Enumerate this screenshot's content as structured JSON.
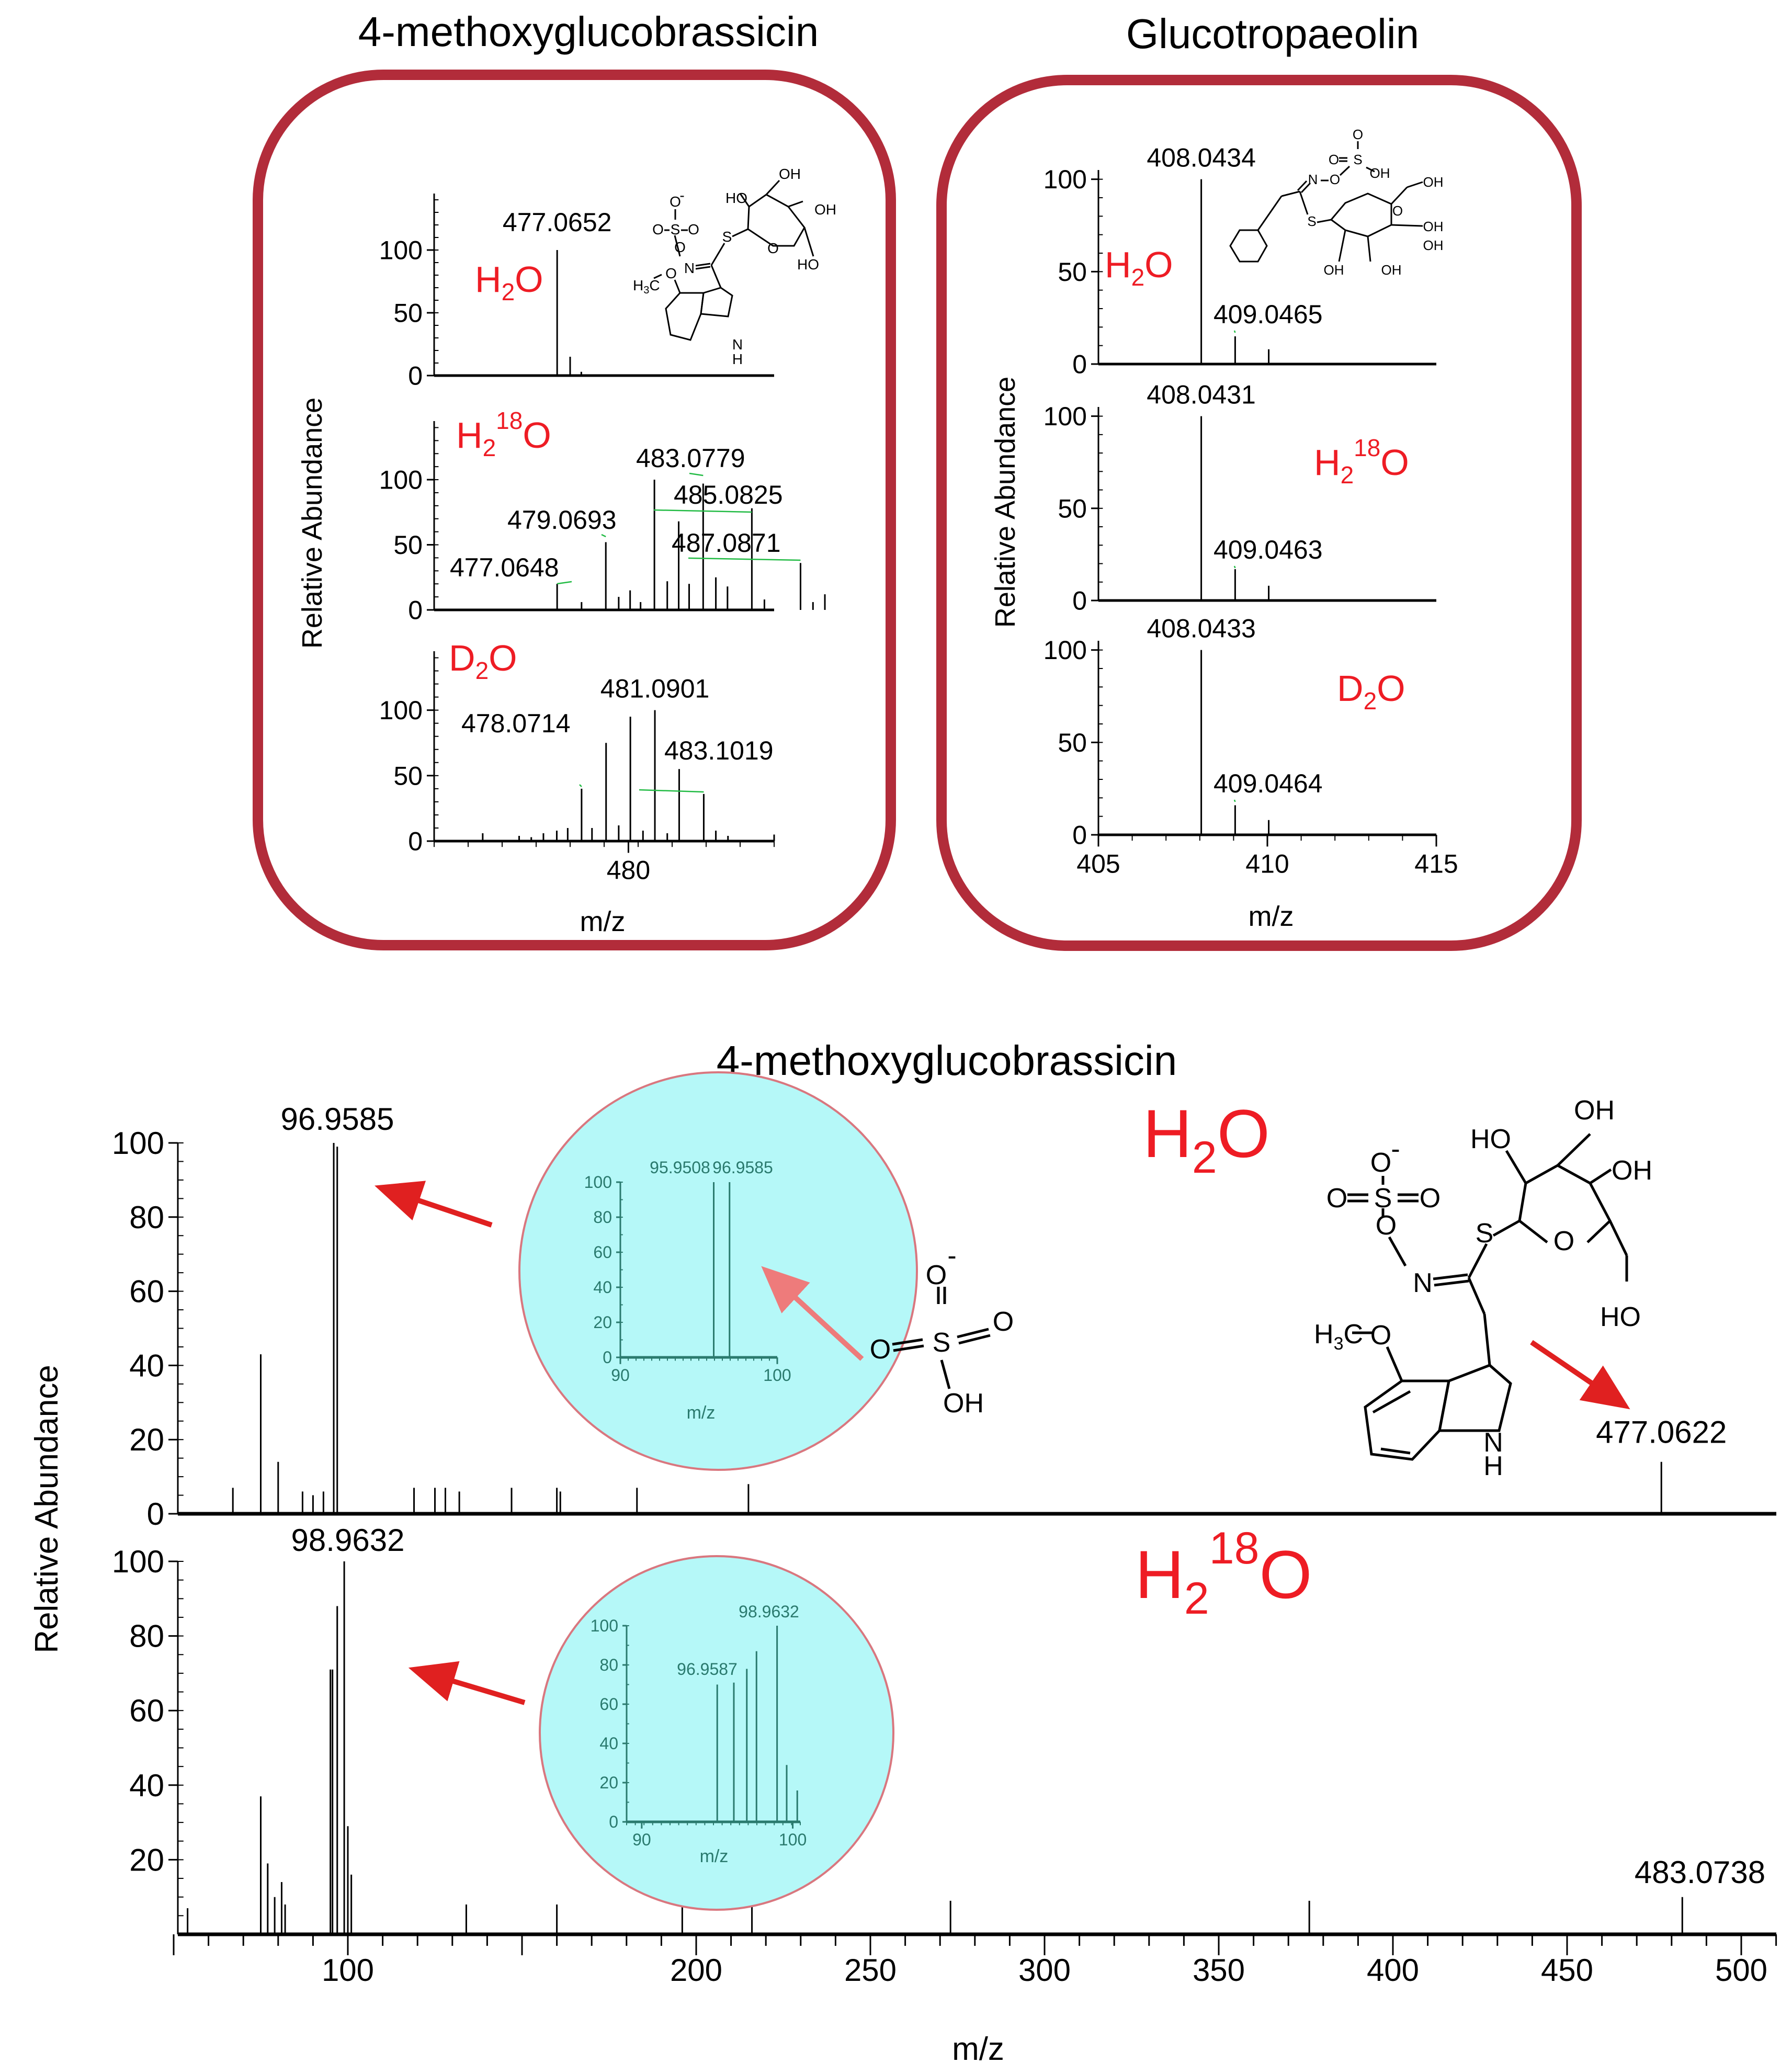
{
  "figure": {
    "left_title": "4-methoxyglucobrassicin",
    "right_title": "Glucotropaeolin",
    "bottom_title": "4-methoxyglucobrassicin"
  },
  "colors": {
    "frame": "#b22c3a",
    "red": "#ee1c24",
    "arrow": "#e02020",
    "inset_fill": "#b5f8f8",
    "inset_text": "#2a7a6e",
    "leader": "#22bb44",
    "stroke": "#000000"
  },
  "solvents": {
    "h2o": {
      "main": "H",
      "sub": "2",
      "sup": "",
      "tail": "O"
    },
    "h218o": {
      "main": "H",
      "sub": "2",
      "sup": "18",
      "tail": "O"
    },
    "d2o": {
      "main": "D",
      "sub": "2",
      "sup": "",
      "tail": "O"
    }
  },
  "structures": {
    "indole": {
      "o_minus": "O",
      "minus": "-",
      "o_left": "O",
      "s_sulf": "S",
      "o_right": "O",
      "o_link": "O",
      "n": "N",
      "s_thio": "S",
      "o_ring": "O",
      "ho": "HO",
      "oh_top": "OH",
      "oh_right": "OH",
      "ho_bottom": "HO",
      "h3c": "H",
      "h3c_sub": "3",
      "h3c_c": "C",
      "methoxy_o": "O",
      "nh_n": "N",
      "nh_h": "H"
    },
    "sulfate": {
      "o_top": "O",
      "minus": "-",
      "o_left": "O",
      "s": "S",
      "o_right": "O",
      "oh": "OH"
    },
    "benzyl": {
      "o_sulf_top": "O",
      "o_sulf_left": "O",
      "s_sulf": "S",
      "oh_sulf": "OH",
      "n": "N",
      "o_link": "O",
      "s_thio": "S",
      "o_ring": "O",
      "oh_a": "OH",
      "oh_b": "OH",
      "oh_c": "OH",
      "oh_d": "OH",
      "oh_e": "OH"
    }
  },
  "chart_data": [
    {
      "type": "bar",
      "panel": "4-methoxyglucobrassicin / H2O",
      "title": "4-methoxyglucobrassicin",
      "xlabel": "m/z",
      "ylabel": "Relative Abundance",
      "xlim": [
        472,
        486
      ],
      "ylim": [
        0,
        145
      ],
      "yticks": [
        0,
        50,
        100
      ],
      "peaks": [
        {
          "x": 472.5,
          "y": 1
        },
        {
          "x": 477.0652,
          "y": 100,
          "label": "477.0652"
        },
        {
          "x": 477.6,
          "y": 15
        },
        {
          "x": 478.06,
          "y": 3
        }
      ]
    },
    {
      "type": "bar",
      "panel": "4-methoxyglucobrassicin / H2(18)O",
      "ylabel": "Relative Abundance",
      "xlim": [
        472,
        486
      ],
      "ylim": [
        0,
        145
      ],
      "yticks": [
        0,
        50,
        100
      ],
      "peaks": [
        {
          "x": 476.0,
          "y": 1
        },
        {
          "x": 477.0648,
          "y": 20,
          "label": "477.0648"
        },
        {
          "x": 478.07,
          "y": 6
        },
        {
          "x": 479.0693,
          "y": 52,
          "label": "479.0693"
        },
        {
          "x": 479.6,
          "y": 10
        },
        {
          "x": 480.07,
          "y": 15
        },
        {
          "x": 480.5,
          "y": 6
        },
        {
          "x": 481.07,
          "y": 100
        },
        {
          "x": 481.6,
          "y": 22
        },
        {
          "x": 482.07,
          "y": 68
        },
        {
          "x": 482.5,
          "y": 20
        },
        {
          "x": 483.0779,
          "y": 97,
          "label": "483.0779"
        },
        {
          "x": 483.6,
          "y": 25
        },
        {
          "x": 484.08,
          "y": 18
        },
        {
          "x": 485.0825,
          "y": 78,
          "label": "485.0825"
        },
        {
          "x": 485.6,
          "y": 8
        },
        {
          "x": 487.0871,
          "y": 36,
          "label": "487.0871"
        },
        {
          "x": 487.6,
          "y": 6
        },
        {
          "x": 488.09,
          "y": 12
        }
      ]
    },
    {
      "type": "bar",
      "panel": "4-methoxyglucobrassicin / D2O",
      "xlabel": "m/z",
      "ylabel": "Relative Abundance",
      "xlim": [
        472,
        486
      ],
      "ylim": [
        0,
        145
      ],
      "yticks": [
        0,
        50,
        100
      ],
      "xticks": [
        480
      ],
      "peaks": [
        {
          "x": 474.0,
          "y": 6
        },
        {
          "x": 475.5,
          "y": 4
        },
        {
          "x": 476.0,
          "y": 3
        },
        {
          "x": 476.5,
          "y": 6
        },
        {
          "x": 477.05,
          "y": 8
        },
        {
          "x": 477.5,
          "y": 10
        },
        {
          "x": 478.0714,
          "y": 40,
          "label": "478.0714"
        },
        {
          "x": 478.5,
          "y": 10
        },
        {
          "x": 479.08,
          "y": 75
        },
        {
          "x": 479.6,
          "y": 12
        },
        {
          "x": 480.08,
          "y": 95
        },
        {
          "x": 480.6,
          "y": 8
        },
        {
          "x": 481.0901,
          "y": 100,
          "label": "481.0901"
        },
        {
          "x": 481.6,
          "y": 6
        },
        {
          "x": 482.09,
          "y": 55
        },
        {
          "x": 483.1019,
          "y": 36,
          "label": "483.1019"
        },
        {
          "x": 483.6,
          "y": 8
        },
        {
          "x": 484.1,
          "y": 4
        },
        {
          "x": 486.0,
          "y": 5
        }
      ]
    },
    {
      "type": "bar",
      "panel": "Glucotropaeolin / H2O",
      "title": "Glucotropaeolin",
      "xlabel": "m/z",
      "ylabel": "Relative Abundance",
      "xlim": [
        405,
        415
      ],
      "ylim": [
        0,
        105
      ],
      "yticks": [
        0,
        50,
        100
      ],
      "peaks": [
        {
          "x": 408.0434,
          "y": 100,
          "label": "408.0434"
        },
        {
          "x": 409.0465,
          "y": 15,
          "label": "409.0465"
        },
        {
          "x": 410.04,
          "y": 8
        }
      ]
    },
    {
      "type": "bar",
      "panel": "Glucotropaeolin / H2(18)O",
      "ylabel": "Relative Abundance",
      "xlim": [
        405,
        415
      ],
      "ylim": [
        0,
        105
      ],
      "yticks": [
        0,
        50,
        100
      ],
      "peaks": [
        {
          "x": 408.0431,
          "y": 100,
          "label": "408.0431"
        },
        {
          "x": 409.0463,
          "y": 17,
          "label": "409.0463"
        },
        {
          "x": 410.04,
          "y": 8
        }
      ]
    },
    {
      "type": "bar",
      "panel": "Glucotropaeolin / D2O",
      "xlabel": "m/z",
      "ylabel": "Relative Abundance",
      "xlim": [
        405,
        415
      ],
      "ylim": [
        0,
        105
      ],
      "yticks": [
        0,
        50,
        100
      ],
      "xticks": [
        405,
        410,
        415
      ],
      "peaks": [
        {
          "x": 408.0433,
          "y": 100,
          "label": "408.0433"
        },
        {
          "x": 409.0464,
          "y": 16,
          "label": "409.0464"
        },
        {
          "x": 410.04,
          "y": 8
        }
      ]
    },
    {
      "type": "bar",
      "panel": "MS/MS 4-methoxyglucobrassicin / H2O",
      "title": "4-methoxyglucobrassicin",
      "xlabel": "m/z",
      "ylabel": "Relative Abundance",
      "xlim": [
        50,
        510
      ],
      "ylim": [
        0,
        100
      ],
      "yticks": [
        0,
        20,
        40,
        60,
        80,
        100
      ],
      "peaks": [
        {
          "x": 67,
          "y": 7
        },
        {
          "x": 75,
          "y": 43
        },
        {
          "x": 80,
          "y": 14
        },
        {
          "x": 87,
          "y": 6
        },
        {
          "x": 90,
          "y": 5
        },
        {
          "x": 93,
          "y": 6
        },
        {
          "x": 95.9508,
          "y": 100
        },
        {
          "x": 96.9585,
          "y": 99,
          "label": "96.9585"
        },
        {
          "x": 119,
          "y": 7
        },
        {
          "x": 125,
          "y": 7
        },
        {
          "x": 128,
          "y": 7
        },
        {
          "x": 132,
          "y": 6
        },
        {
          "x": 147,
          "y": 7
        },
        {
          "x": 160,
          "y": 7
        },
        {
          "x": 161,
          "y": 6
        },
        {
          "x": 183,
          "y": 7
        },
        {
          "x": 215,
          "y": 8
        },
        {
          "x": 477.0622,
          "y": 14,
          "label": "477.0622"
        }
      ]
    },
    {
      "type": "bar",
      "panel": "MS/MS 4-methoxyglucobrassicin / H2(18)O",
      "xlabel": "m/z",
      "ylabel": "Relative Abundance",
      "xlim": [
        50,
        510
      ],
      "ylim": [
        0,
        100
      ],
      "yticks": [
        20,
        40,
        60,
        80,
        100
      ],
      "xticks": [
        100,
        200,
        250,
        300,
        350,
        400,
        450,
        500
      ],
      "peaks": [
        {
          "x": 54,
          "y": 7
        },
        {
          "x": 75,
          "y": 37
        },
        {
          "x": 77,
          "y": 19
        },
        {
          "x": 79,
          "y": 10
        },
        {
          "x": 81,
          "y": 14
        },
        {
          "x": 82,
          "y": 8
        },
        {
          "x": 95,
          "y": 71
        },
        {
          "x": 95.6,
          "y": 71
        },
        {
          "x": 96.9587,
          "y": 88
        },
        {
          "x": 98.9632,
          "y": 100,
          "label": "98.9632"
        },
        {
          "x": 100,
          "y": 29
        },
        {
          "x": 101,
          "y": 16
        },
        {
          "x": 134,
          "y": 8
        },
        {
          "x": 160,
          "y": 8
        },
        {
          "x": 196,
          "y": 8
        },
        {
          "x": 216,
          "y": 8
        },
        {
          "x": 273,
          "y": 9
        },
        {
          "x": 376,
          "y": 9
        },
        {
          "x": 483.0738,
          "y": 10,
          "label": "483.0738"
        }
      ]
    },
    {
      "type": "bar",
      "panel": "inset H2O",
      "xlabel": "m/z",
      "xlim": [
        90,
        100
      ],
      "ylim": [
        0,
        100
      ],
      "yticks": [
        0,
        20,
        40,
        60,
        80,
        100
      ],
      "xticks": [
        90,
        100
      ],
      "peaks": [
        {
          "x": 95.9508,
          "y": 100,
          "label": "95.9508"
        },
        {
          "x": 96.9585,
          "y": 100,
          "label": "96.9585"
        }
      ]
    },
    {
      "type": "bar",
      "panel": "inset H2(18)O",
      "xlabel": "m/z",
      "xlim": [
        89,
        100.5
      ],
      "ylim": [
        0,
        100
      ],
      "yticks": [
        0,
        20,
        40,
        60,
        80,
        100
      ],
      "xticks": [
        90,
        100
      ],
      "peaks": [
        {
          "x": 95.0,
          "y": 70
        },
        {
          "x": 96.1,
          "y": 71
        },
        {
          "x": 96.9587,
          "y": 78,
          "label": "96.9587"
        },
        {
          "x": 97.6,
          "y": 87
        },
        {
          "x": 98.9632,
          "y": 100,
          "label": "98.9632"
        },
        {
          "x": 99.6,
          "y": 29
        },
        {
          "x": 100.3,
          "y": 16
        }
      ]
    }
  ]
}
